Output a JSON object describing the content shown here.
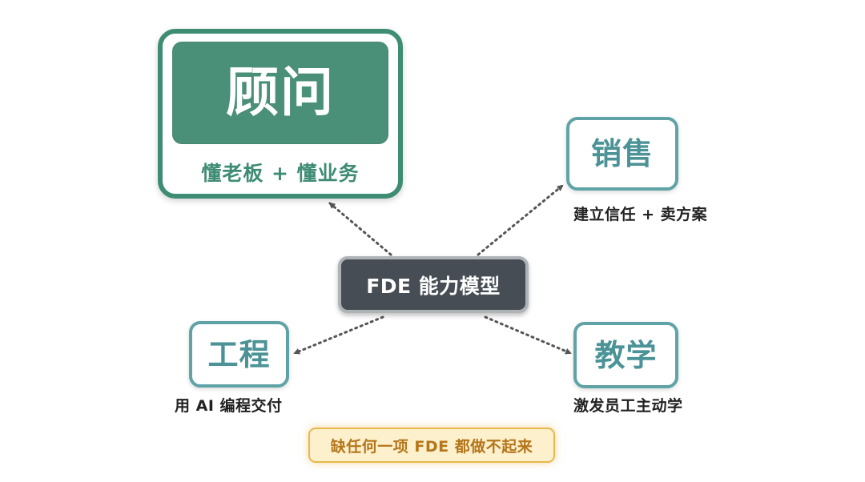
{
  "center": {
    "label": "FDE 能力模型"
  },
  "roles": {
    "consultant": {
      "title": "顾问",
      "subtitle": "懂老板 + 懂业务"
    },
    "sales": {
      "title": "销售",
      "caption": "建立信任 + 卖方案"
    },
    "engineering": {
      "title": "工程",
      "caption": "用 AI 编程交付"
    },
    "teaching": {
      "title": "教学",
      "caption": "激发员工主动学"
    }
  },
  "note": {
    "label": "缺任何一项 FDE 都做不起来"
  },
  "colors": {
    "consultant_green": "#3e8c74",
    "role_teal": "#5fa3a6",
    "center_dark": "#474d54",
    "note_fill": "#fdf0cd",
    "note_text": "#b5761b",
    "arrow": "#555555"
  }
}
